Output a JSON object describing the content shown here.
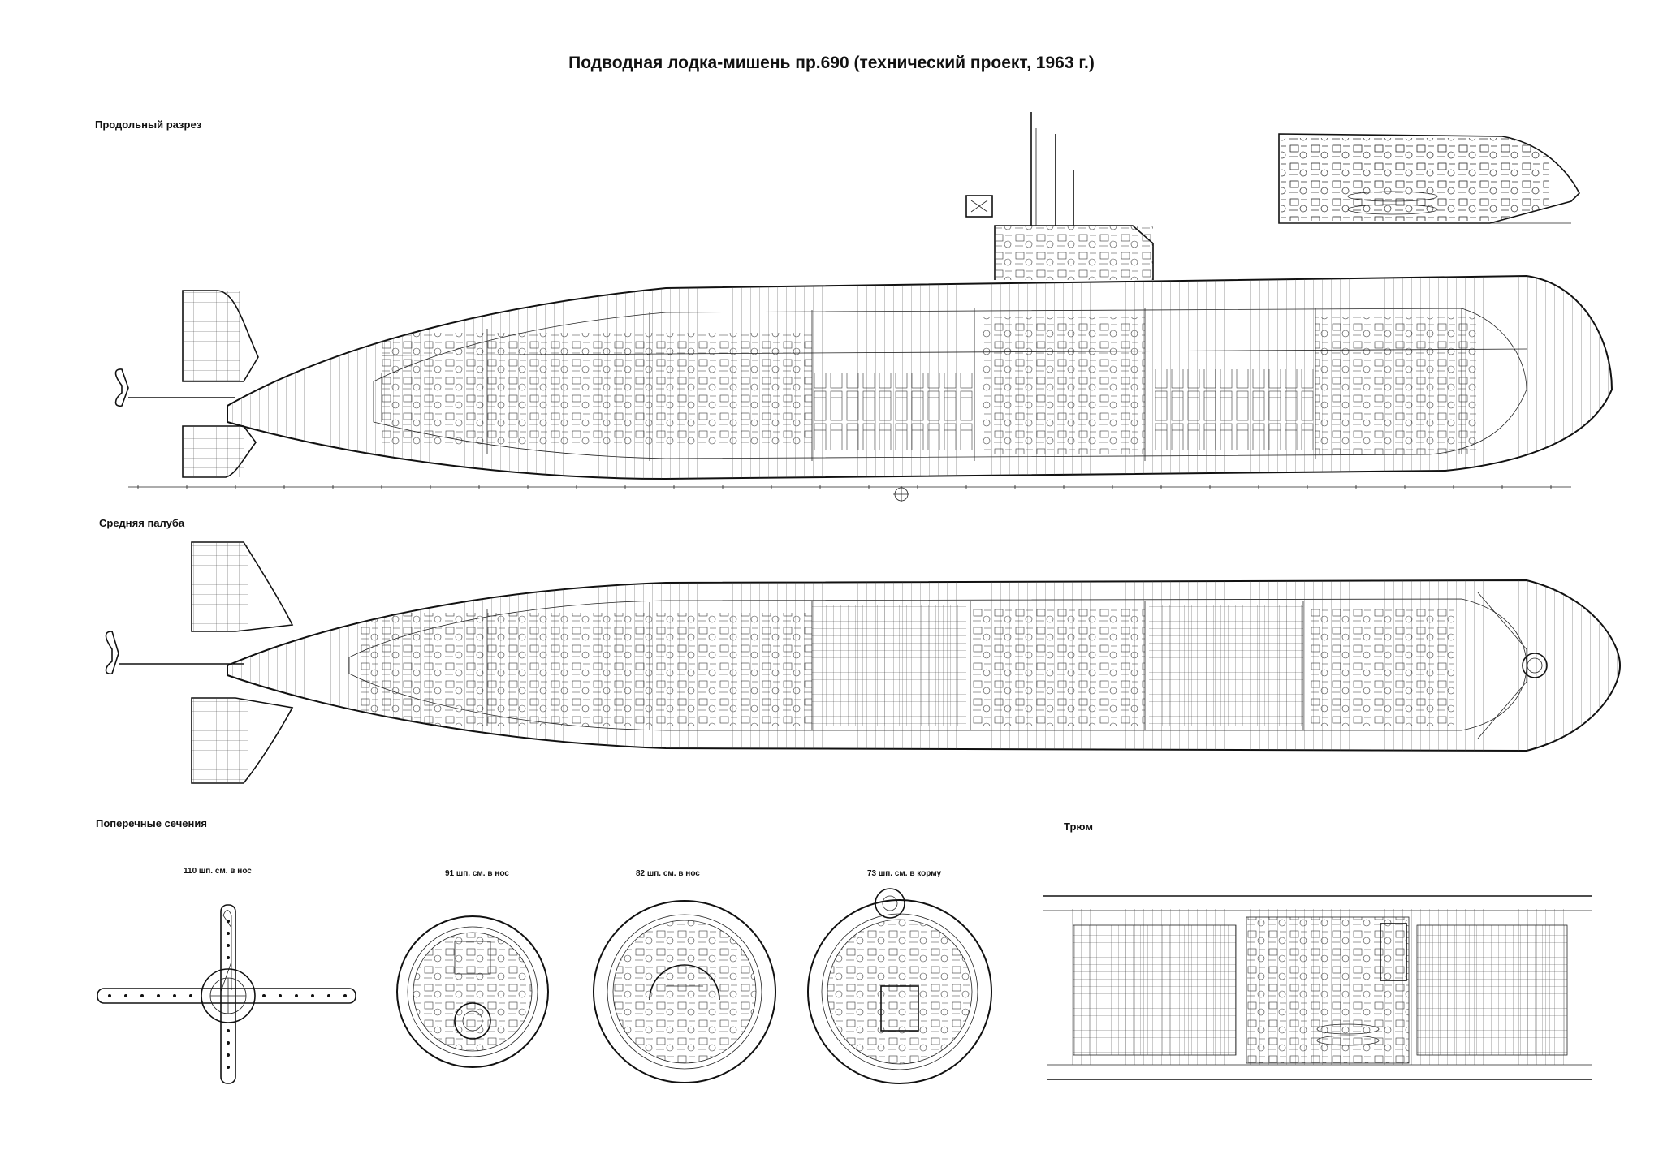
{
  "title": "Подводная лодка-мишень пр.690 (технический проект, 1963 г.)",
  "sections": {
    "longitudinal": "Продольный разрез",
    "middle_deck": "Средняя палуба",
    "cross_sections": "Поперечные сечения",
    "hold": "Трюм"
  },
  "cross_section_labels": [
    "110 шп. см. в нос",
    "91 шп. см. в нос",
    "82 шп. см. в нос",
    "73 шп. см. в корму"
  ]
}
